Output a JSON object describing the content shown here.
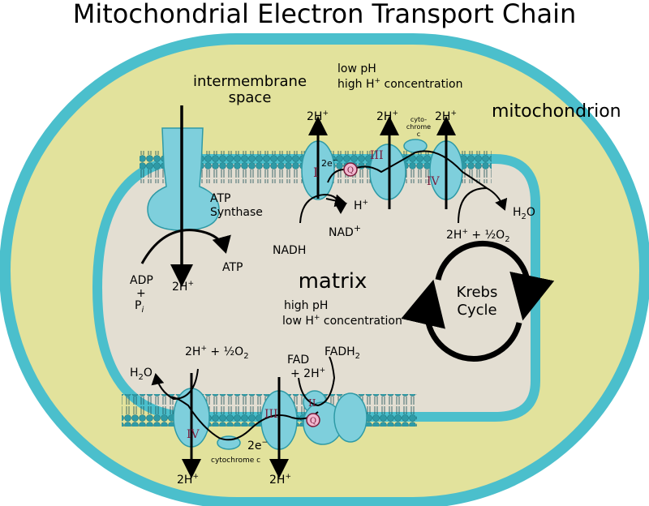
{
  "title": "Mitochondrial Electron Transport Chain",
  "labels": {
    "mitochondrion": "mitochondrion",
    "intermembrane_line1": "intermembrane",
    "intermembrane_line2": "space",
    "ims_ph": "low pH",
    "ims_conc_prefix": "high H",
    "ims_conc_sup": "+",
    "ims_conc_suffix": " concentration",
    "matrix": "matrix",
    "matrix_ph": "high pH",
    "matrix_conc_prefix": "low H",
    "matrix_conc_sup": "+",
    "matrix_conc_suffix": " concentration",
    "krebs_line1": "Krebs",
    "krebs_line2": "Cycle",
    "atp_synthase_line1": "ATP",
    "atp_synthase_line2": "Synthase",
    "adp": "ADP",
    "plus": "+",
    "pi": "P",
    "pi_sub": "i",
    "atp": "ATP",
    "two_h": "2H",
    "h_sup": "+",
    "h": "H",
    "nadh": "NADH",
    "nad": "NAD",
    "nad_sup": "+",
    "two_e": "2e",
    "e_sup": "−",
    "q": "Q",
    "cytochrome_c_line1": "cyto-",
    "cytochrome_c_line2": "chrome",
    "cytochrome_c_line3": "c",
    "cytochrome_c_bottom": "cytochrome  c",
    "half_o2_prefix": " + ½O",
    "half_o2_sub": "2",
    "h2o": "H",
    "h2o_sub": "2",
    "h2o_o": "O",
    "fad": "FAD",
    "fadh": "FADH",
    "fadh_sub": "2",
    "plus_2h": "+ 2H",
    "complex_I": "I",
    "complex_II": "II",
    "complex_III": "III",
    "complex_IV": "IV"
  },
  "colors": {
    "outer_membrane": "#4bbfcc",
    "intermembrane": "#e2e29c",
    "matrix": "#e3ded2",
    "protein": "#7ecfdc",
    "lipid_head": "#2e9aa6",
    "q_fill": "#f0b8d0",
    "roman_numeral": "#7a1a3a"
  }
}
